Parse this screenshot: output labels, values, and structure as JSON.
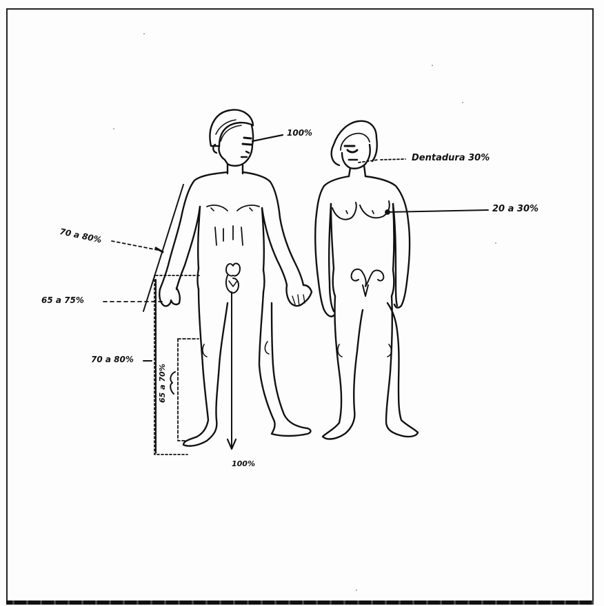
{
  "annotations": {
    "eyes": "100%",
    "dentures": "Dentadura 30%",
    "breast": "20 a 30%",
    "arm": "70 a 80%",
    "hand": "65 a 75%",
    "thigh": "70 a 80%",
    "leg_vertical": "65 a 70%",
    "genital_axis": "100%"
  },
  "colors": {
    "ink": "#111111",
    "paper": "#fdfdfd"
  }
}
